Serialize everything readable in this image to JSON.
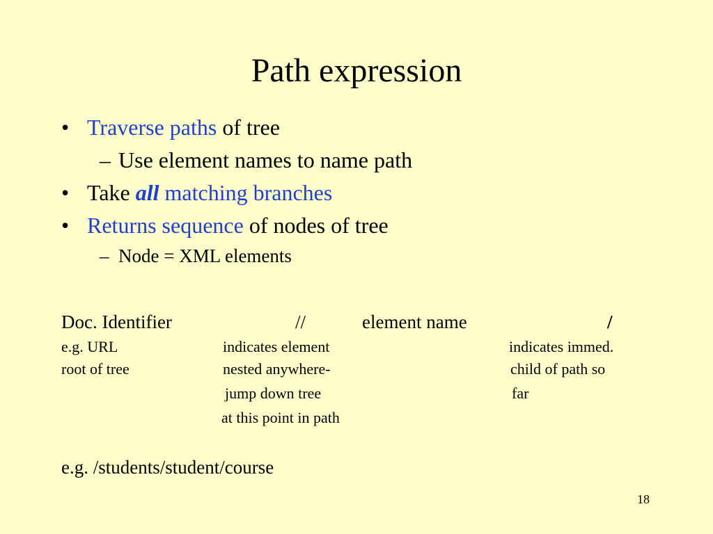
{
  "slide": {
    "title": "Path expression",
    "page_number": "18"
  },
  "bullets": [
    {
      "mark": "•",
      "highlight": "Traverse paths",
      "rest": " of tree"
    },
    {
      "mark": "–",
      "text": "Use element names to name path"
    },
    {
      "mark": "•",
      "prefix": "Take ",
      "emphasis": "all",
      "highlight": " matching branches"
    },
    {
      "mark": "•",
      "highlight": "Returns sequence",
      "rest": " of nodes of tree"
    },
    {
      "mark": "–",
      "text": "Node = XML elements"
    }
  ],
  "diagram": {
    "doc_identifier": "Doc. Identifier",
    "double_slash": "//",
    "element_name": "element name",
    "single_slash": "/",
    "col1_line1": "e.g. URL",
    "col1_line2": "root of tree",
    "col2_line1": "indicates element",
    "col2_line2": "nested anywhere-",
    "col2_line3": "jump down tree",
    "col2_line4": "at this point in path",
    "col3_line1": "indicates immed.",
    "col3_line2": "child of path so",
    "col3_line3": "far"
  },
  "example": "e.g. /students/student/course",
  "colors": {
    "background": "#ffffcc",
    "highlight": "#1f3fcc",
    "text": "#000000"
  }
}
